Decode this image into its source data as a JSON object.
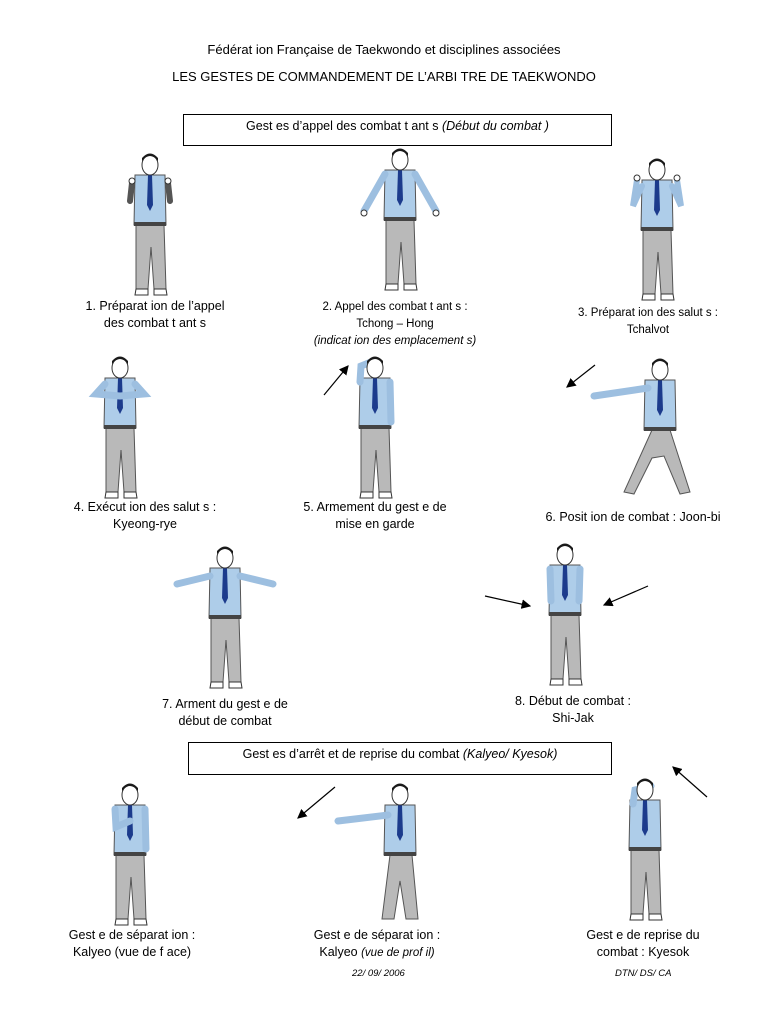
{
  "header": {
    "org": "Fédérat ion Française de Taekwondo et  disciplines associées",
    "title": "LES GESTES DE COMMANDEMENT DE L’ARBI TRE DE TAEKWONDO"
  },
  "section1": {
    "label": "Gest es d’appel des combat t ant s",
    "note": "(Début du combat )"
  },
  "section2": {
    "label": "Gest es d’arrêt  et  de reprise du combat",
    "note": "(Kalyeo/ Kyesok)"
  },
  "gestures": [
    {
      "line1": "1. Préparat ion de l’appel",
      "line2": "des combat t ant s",
      "line3": ""
    },
    {
      "line1": "2. Appel des combat t ant s :",
      "line2": "Tchong – Hong",
      "line3": "(indicat ion des emplacement s)"
    },
    {
      "line1": "3. Préparat ion des salut s :",
      "line2": "Tchalvot",
      "line3": ""
    },
    {
      "line1": "4. Exécut ion des salut s :",
      "line2": "Kyeong-rye",
      "line3": ""
    },
    {
      "line1": "5. Armement  du gest e de",
      "line2": "mise en garde",
      "line3": ""
    },
    {
      "line1": "6. Posit ion de combat  : Joon-bi",
      "line2": "",
      "line3": ""
    },
    {
      "line1": "7. Arment  du gest e de",
      "line2": "début de combat",
      "line3": ""
    },
    {
      "line1": "8. Début de combat  :",
      "line2": "Shi-Jak",
      "line3": ""
    },
    {
      "line1": "Gest e de séparat ion :",
      "line2": "Kalyeo (vue de f ace)",
      "line3": ""
    },
    {
      "line1": "Gest e de séparat ion :",
      "line2": "Kalyeo",
      "line3": "(vue de prof il)"
    },
    {
      "line1": "Gest e de reprise du",
      "line2": "combat  : Kyesok",
      "line3": ""
    }
  ],
  "footer": {
    "date": "22/ 09/ 2006",
    "ref": "DTN/ DS/ CA"
  },
  "colors": {
    "shirt": "#aecde9",
    "tie": "#1c3b8c",
    "trousers": "#b9b9b9",
    "skin": "#ffffff",
    "hair": "#1a1a1a"
  }
}
